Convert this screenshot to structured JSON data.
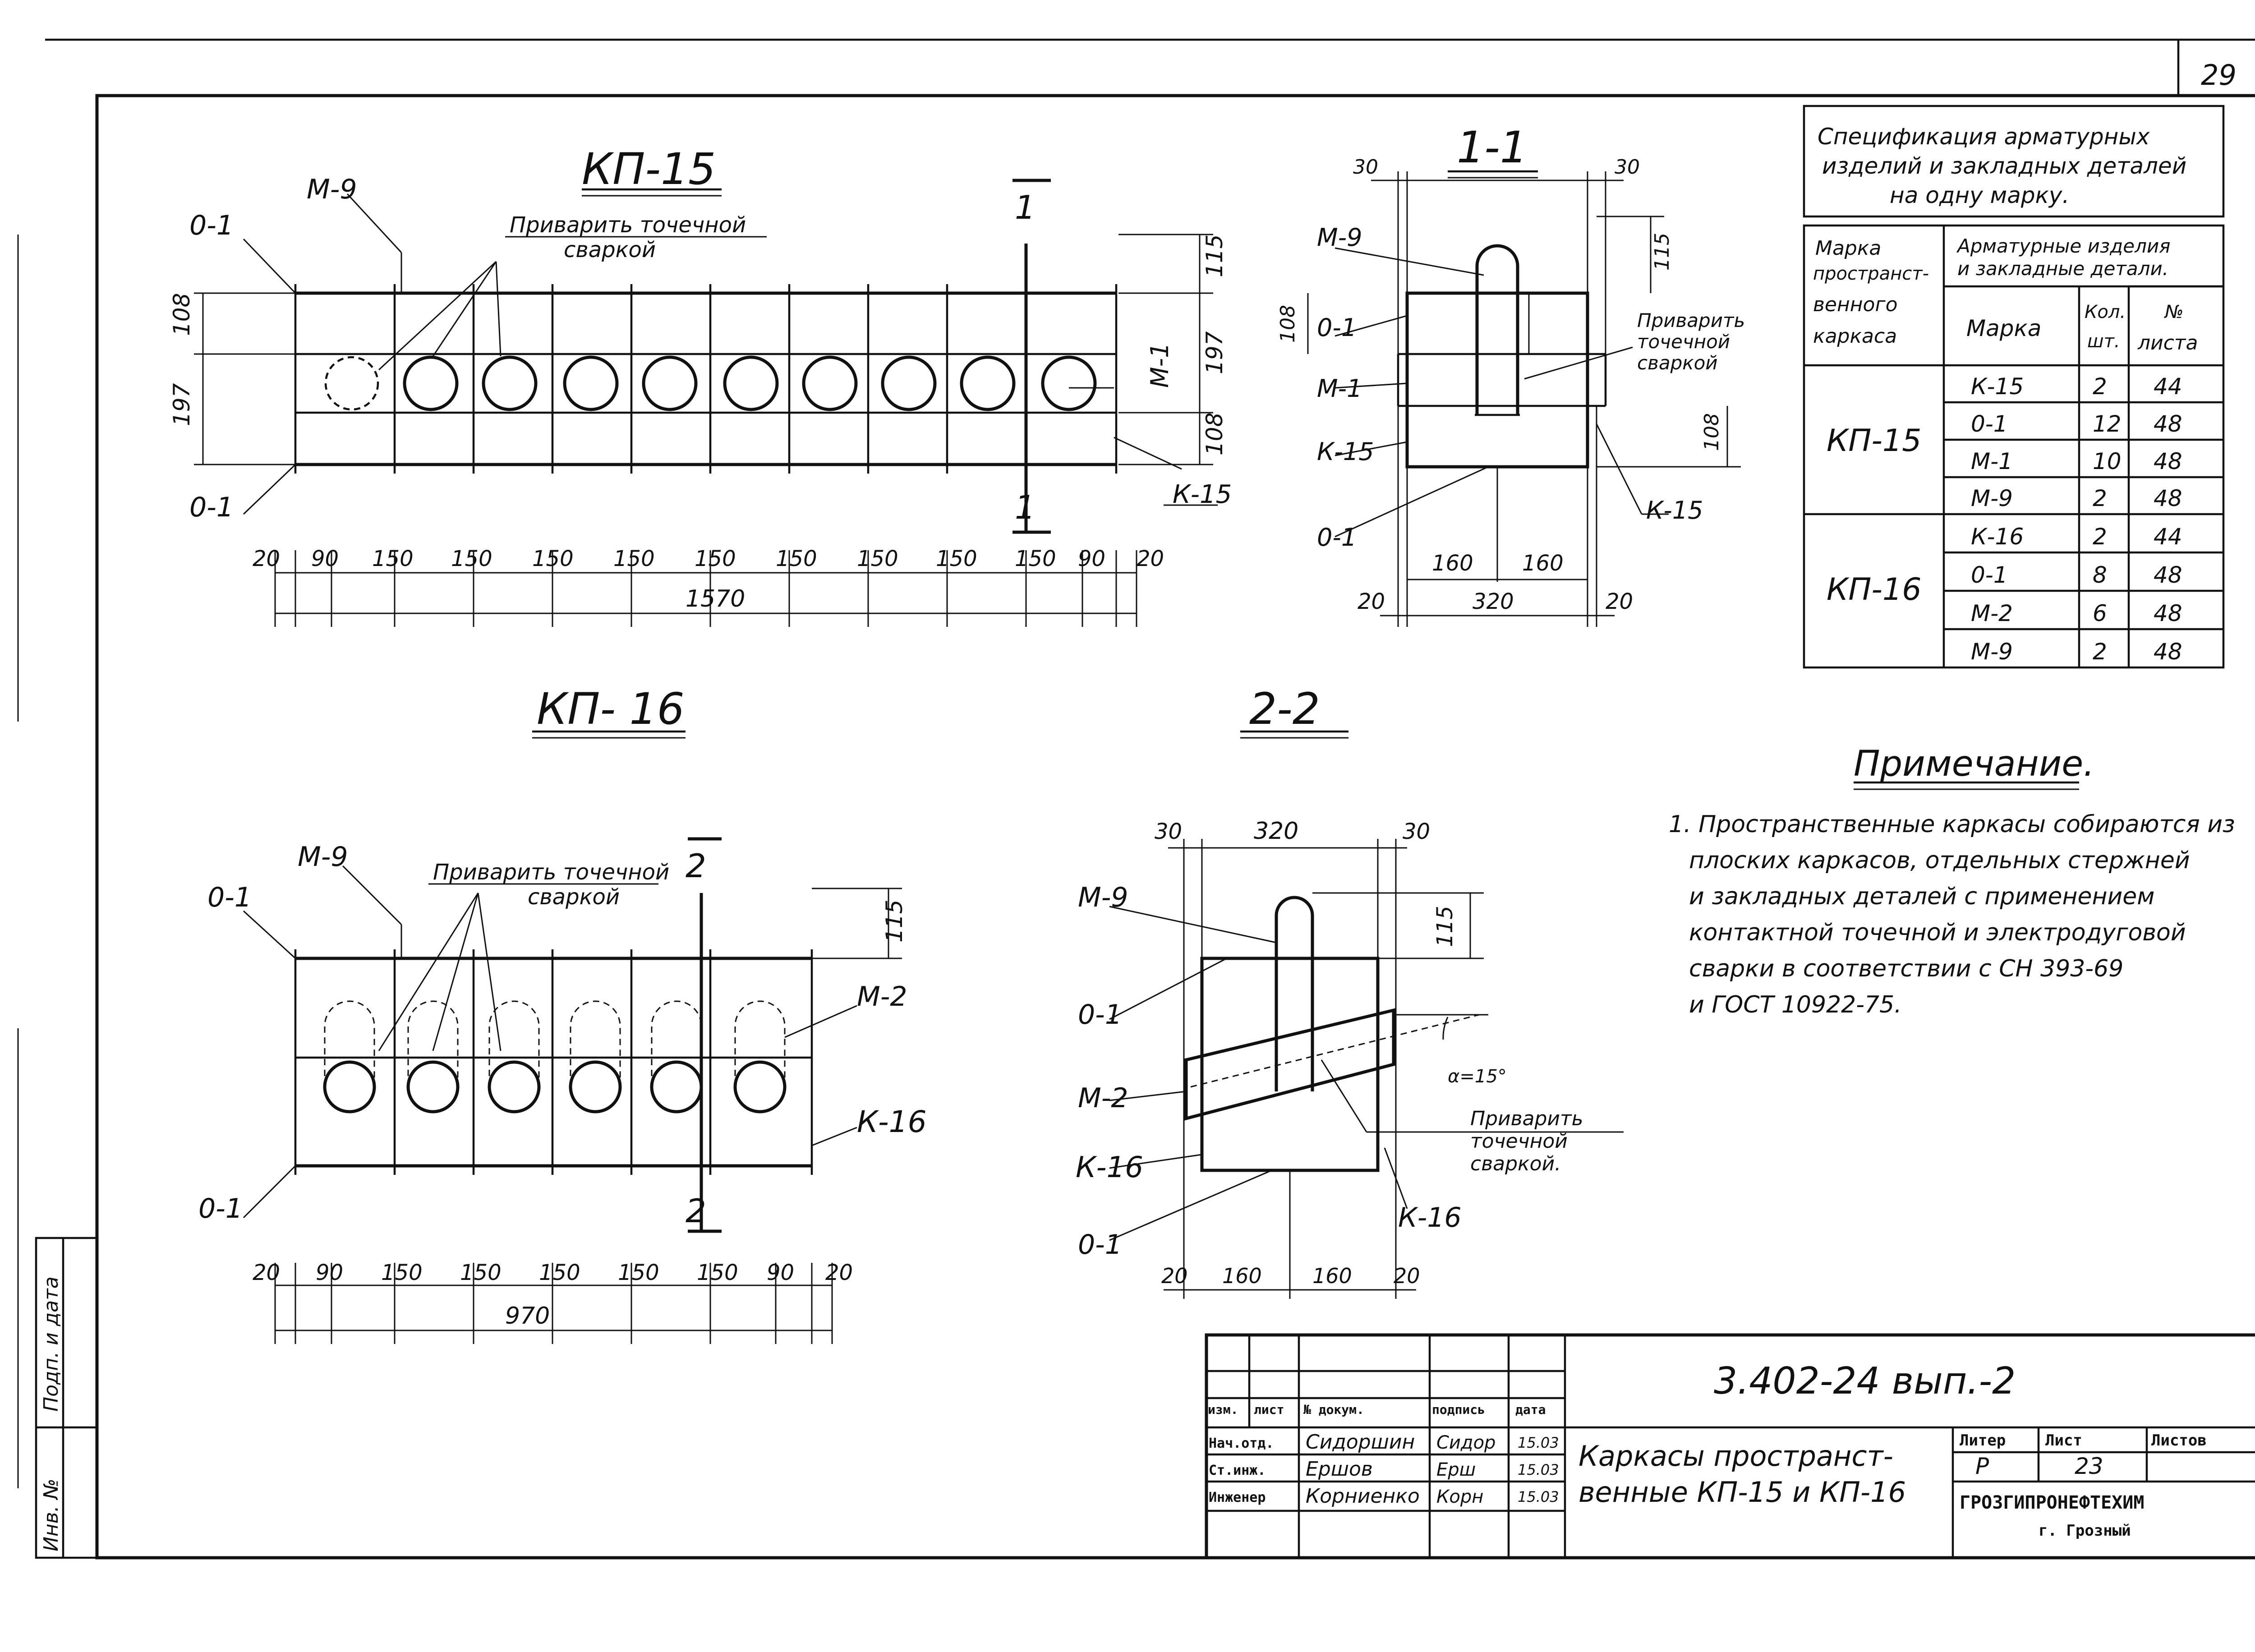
{
  "sheet": {
    "page_number": "29",
    "vertical_labels": {
      "inv_no": "Инв. №",
      "signature_date": "Подп. и дата"
    }
  },
  "view_kp15": {
    "title": "КП-15",
    "section_mark": "1",
    "labels": {
      "o1_top": "0-1",
      "o1_bot": "0-1",
      "m9": "М-9",
      "m1": "М-1",
      "k15": "К-15"
    },
    "weld_note_1": "Приварить точечной",
    "weld_note_2": "сваркой",
    "dims": {
      "right": [
        "115",
        "197",
        "108"
      ],
      "left": [
        "108",
        "197"
      ],
      "bottom_segments": [
        "20",
        "90",
        "150",
        "150",
        "150",
        "150",
        "150",
        "150",
        "150",
        "150",
        "150",
        "90",
        "20"
      ],
      "bottom_total": "1570"
    }
  },
  "section_11": {
    "title": "1-1",
    "labels": {
      "m9": "М-9",
      "o1_a": "0-1",
      "m1": "М-1",
      "k15_a": "К-15",
      "o1_b": "0-1",
      "k15_b": "К-15"
    },
    "weld_note": [
      "Приварить",
      "точечной",
      "сваркой"
    ],
    "dims": {
      "top_left": "30",
      "top_right": "30",
      "v115": "115",
      "v108_left": "108",
      "v108_right": "108",
      "b160_a": "160",
      "b160_b": "160",
      "b20_a": "20",
      "b320": "320",
      "b20_b": "20"
    }
  },
  "view_kp16": {
    "title": "КП- 16",
    "section_mark": "2",
    "labels": {
      "m9": "М-9",
      "o1_top": "0-1",
      "m2": "М-2",
      "k16": "К-16",
      "o1_bot": "0-1"
    },
    "weld_note_1": "Приварить точечной",
    "weld_note_2": "сваркой",
    "dims": {
      "right": [
        "115"
      ],
      "bottom_segments": [
        "20",
        "90",
        "150",
        "150",
        "150",
        "150",
        "150",
        "90",
        "20"
      ],
      "bottom_total": "970"
    }
  },
  "section_22": {
    "title": "2-2",
    "labels": {
      "m9": "М-9",
      "o1_a": "0-1",
      "m2": "М-2",
      "k16_a": "К-16",
      "o1_b": "0-1",
      "k16_b": "К-16"
    },
    "angle": "α=15°",
    "weld_note": [
      "Приварить",
      "точечной",
      "сваркой."
    ],
    "dims": {
      "top_30a": "30",
      "top_320": "320",
      "top_30b": "30",
      "v115": "115",
      "b20_a": "20",
      "b160_a": "160",
      "b160_b": "160",
      "b20_b": "20"
    }
  },
  "spec_table": {
    "title_lines": [
      "Спецификация арматурных",
      "изделий и закладных деталей",
      "на одну марку."
    ],
    "header_marka_lines": [
      "Марка",
      "пространст-",
      "венного",
      "каркаса"
    ],
    "header_group_lines": [
      "Арматурные изделия",
      "и закладные детали."
    ],
    "header_cols": {
      "marka": "Марка",
      "qty_lines": [
        "Кол.",
        "шт."
      ],
      "sheet_lines": [
        "№",
        "листа"
      ]
    },
    "groups": [
      {
        "name": "КП-15",
        "rows": [
          {
            "marka": "К-15",
            "qty": "2",
            "sheet": "44"
          },
          {
            "marka": "0-1",
            "qty": "12",
            "sheet": "48"
          },
          {
            "marka": "М-1",
            "qty": "10",
            "sheet": "48"
          },
          {
            "marka": "М-9",
            "qty": "2",
            "sheet": "48"
          }
        ]
      },
      {
        "name": "КП-16",
        "rows": [
          {
            "marka": "К-16",
            "qty": "2",
            "sheet": "44"
          },
          {
            "marka": "0-1",
            "qty": "8",
            "sheet": "48"
          },
          {
            "marka": "М-2",
            "qty": "6",
            "sheet": "48"
          },
          {
            "marka": "М-9",
            "qty": "2",
            "sheet": "48"
          }
        ]
      }
    ]
  },
  "note": {
    "title": "Примечание.",
    "lines": [
      "1. Пространственные каркасы собираются из",
      "плоских каркасов, отдельных стержней",
      "и закладных деталей с применением",
      "контактной точечной и электродуговой",
      "сварки в соответствии с СН 393-69",
      "и ГОСТ 10922-75."
    ]
  },
  "title_block": {
    "code": "3.402-24 вып.-2",
    "header_cols": [
      "изм.",
      "лист",
      "№ докум.",
      "подпись",
      "дата"
    ],
    "staff": [
      {
        "role": "Нач.отд.",
        "name": "Сидоршин",
        "sign": "Сидор",
        "date": "15.03"
      },
      {
        "role": "Ст.инж.",
        "name": "Ершов",
        "sign": "Ерш",
        "date": "15.03"
      },
      {
        "role": "Инженер",
        "name": "Корниенко",
        "sign": "Корн",
        "date": "15.03"
      }
    ],
    "title_lines": [
      "Каркасы пространст-",
      "венные КП-15 и КП-16"
    ],
    "stage_headers": [
      "Литер",
      "Лист",
      "Листов"
    ],
    "stage_values": [
      "Р",
      "23",
      ""
    ],
    "org_lines": [
      "ГРОЗГИПРОНЕФТЕХИМ",
      "г. Грозный"
    ]
  }
}
